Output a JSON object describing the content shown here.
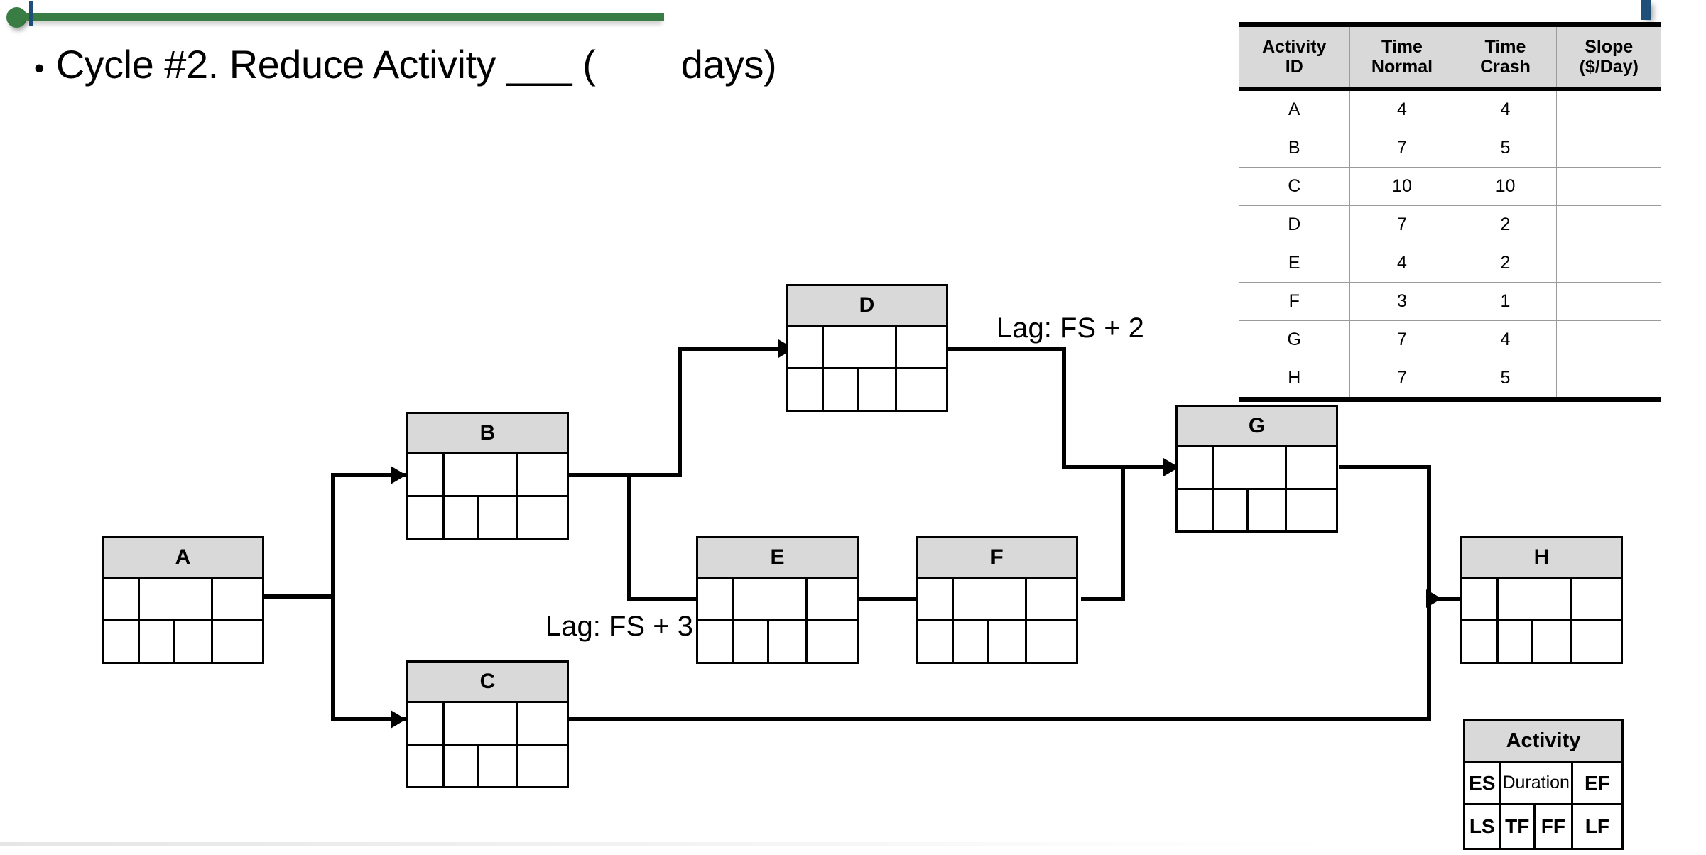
{
  "slide": {
    "bullet_marker": "•",
    "bullet_text": "Cycle #2. Reduce Activity ___ (        days)"
  },
  "crash_table": {
    "headers": [
      "Activity ID",
      "Time Normal",
      "Time Crash",
      "Slope ($/Day)"
    ],
    "headers_lines": [
      [
        "Activity",
        "ID"
      ],
      [
        "Time",
        "Normal"
      ],
      [
        "Time",
        "Crash"
      ],
      [
        "Slope",
        "($/Day)"
      ]
    ],
    "rows": [
      {
        "id": "A",
        "time_normal": "4",
        "time_crash": "4",
        "slope": ""
      },
      {
        "id": "B",
        "time_normal": "7",
        "time_crash": "5",
        "slope": ""
      },
      {
        "id": "C",
        "time_normal": "10",
        "time_crash": "10",
        "slope": ""
      },
      {
        "id": "D",
        "time_normal": "7",
        "time_crash": "2",
        "slope": ""
      },
      {
        "id": "E",
        "time_normal": "4",
        "time_crash": "2",
        "slope": ""
      },
      {
        "id": "F",
        "time_normal": "3",
        "time_crash": "1",
        "slope": ""
      },
      {
        "id": "G",
        "time_normal": "7",
        "time_crash": "4",
        "slope": ""
      },
      {
        "id": "H",
        "time_normal": "7",
        "time_crash": "5",
        "slope": ""
      }
    ]
  },
  "network": {
    "nodes": [
      {
        "key": "A",
        "label": "A",
        "es": "",
        "duration": "",
        "ef": "",
        "ls": "",
        "tf": "",
        "ff": "",
        "lf": ""
      },
      {
        "key": "B",
        "label": "B",
        "es": "",
        "duration": "",
        "ef": "",
        "ls": "",
        "tf": "",
        "ff": "",
        "lf": ""
      },
      {
        "key": "C",
        "label": "C",
        "es": "",
        "duration": "",
        "ef": "",
        "ls": "",
        "tf": "",
        "ff": "",
        "lf": ""
      },
      {
        "key": "D",
        "label": "D",
        "es": "",
        "duration": "",
        "ef": "",
        "ls": "",
        "tf": "",
        "ff": "",
        "lf": ""
      },
      {
        "key": "E",
        "label": "E",
        "es": "",
        "duration": "",
        "ef": "",
        "ls": "",
        "tf": "",
        "ff": "",
        "lf": ""
      },
      {
        "key": "F",
        "label": "F",
        "es": "",
        "duration": "",
        "ef": "",
        "ls": "",
        "tf": "",
        "ff": "",
        "lf": ""
      },
      {
        "key": "G",
        "label": "G",
        "es": "",
        "duration": "",
        "ef": "",
        "ls": "",
        "tf": "",
        "ff": "",
        "lf": ""
      },
      {
        "key": "H",
        "label": "H",
        "es": "",
        "duration": "",
        "ef": "",
        "ls": "",
        "tf": "",
        "ff": "",
        "lf": ""
      }
    ],
    "lag_d_to_g": "Lag: FS + 2",
    "lag_b_to_e": "Lag: FS + 3"
  },
  "legend": {
    "title": "Activity",
    "es": "ES",
    "duration": "Duration",
    "ef": "EF",
    "ls": "LS",
    "tf": "TF",
    "ff": "FF",
    "lf": "LF"
  },
  "colors": {
    "accent_green": "#3a7d44",
    "accent_blue": "#1f4e79",
    "header_fill": "#d9d9d9",
    "line": "#000000"
  }
}
